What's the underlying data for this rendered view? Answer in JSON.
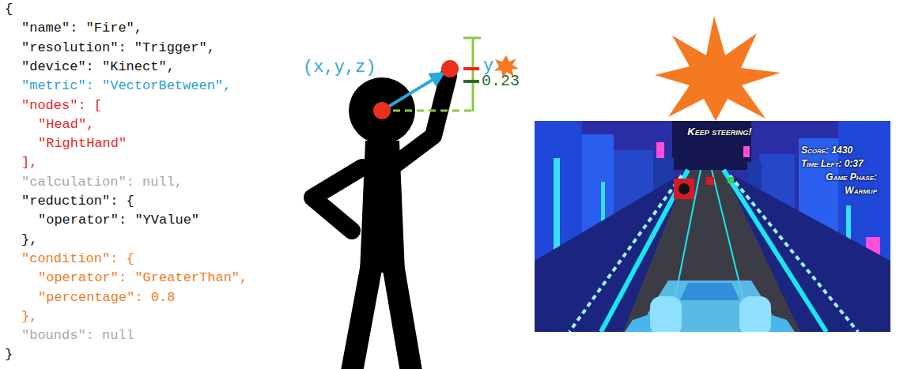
{
  "diagram": {
    "nodes": [
      {
        "text": [
          "Keep steering!",
          "Score: 1430",
          "Time Left: 0:37",
          "Game Phase: Warmup"
        ]
      }
    ],
    "labels": [
      "{",
      "\"name\": \"Fire\",",
      "\"resolution\": \"Trigger\",",
      "\"device\": \"Kinect\",",
      "\"metric\": \"VectorBetween\",",
      "\"nodes\": [",
      "\"Head\",",
      "\"RightHand\"",
      "],",
      "\"calculation\": null,",
      "\"reduction\": {",
      "\"operator\": \"YValue\"",
      "},",
      "\"condition\": {",
      "\"operator\": \"GreaterThan\",",
      "\"percentage\": 0.8",
      "},",
      "\"bounds\": null",
      "}",
      "(x,y,z)",
      "y",
      "0.23"
    ]
  }
}
